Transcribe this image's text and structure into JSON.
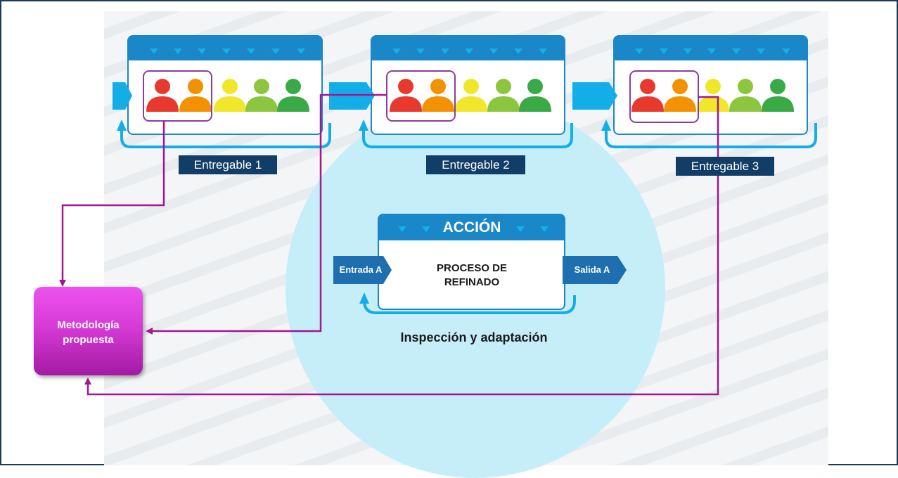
{
  "deliverables": [
    {
      "label": "Entregable 1"
    },
    {
      "label": "Entregable 2"
    },
    {
      "label": "Entregable 3"
    }
  ],
  "action": {
    "title": "ACCIÓN",
    "process_line1": "PROCESO DE",
    "process_line2": "REFINADO",
    "input_label": "Entrada A",
    "output_label": "Salida A",
    "caption": "Inspección y adaptación"
  },
  "methodology": {
    "line1": "Metodología",
    "line2": "propuesta"
  },
  "colors": {
    "person_red": "#e8392e",
    "person_orange": "#f39200",
    "person_yellow": "#f0e62a",
    "person_lightgreen": "#8cc63f",
    "person_green": "#3aaa47",
    "header_blue": "#1a87c9",
    "arrow_cyan": "#13aee8",
    "tag_navy": "#113d66",
    "connector_purple": "#a3168f",
    "highlight_box": "#8d3c9d",
    "circle": "#c5eef9"
  }
}
